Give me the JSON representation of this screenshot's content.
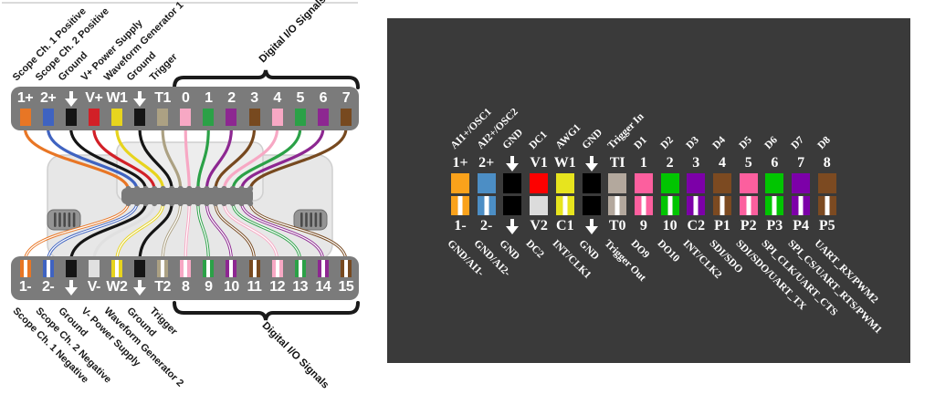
{
  "left_panel": {
    "top_signal_labels": [
      "Scope Ch. 1 Positive",
      "Scope Ch. 2 Positive",
      "Ground",
      "V+ Power Supply",
      "Waveform Generator 1",
      "Ground",
      "Trigger"
    ],
    "top_brace_label": "Digital I/O Signals",
    "top_pins": [
      {
        "name": "1+",
        "color": "#e87625",
        "stripe": false
      },
      {
        "name": "2+",
        "color": "#3f63c1",
        "stripe": false
      },
      {
        "name": "↓",
        "color": "#151515",
        "stripe": false
      },
      {
        "name": "V+",
        "color": "#d22027",
        "stripe": false
      },
      {
        "name": "W1",
        "color": "#e7d41e",
        "stripe": false
      },
      {
        "name": "↓",
        "color": "#151515",
        "stripe": false
      },
      {
        "name": "T1",
        "color": "#aca183",
        "stripe": false
      },
      {
        "name": "0",
        "color": "#f7a8c4",
        "stripe": false
      },
      {
        "name": "1",
        "color": "#2ba147",
        "stripe": false
      },
      {
        "name": "2",
        "color": "#8d2791",
        "stripe": false
      },
      {
        "name": "3",
        "color": "#77491f",
        "stripe": false
      },
      {
        "name": "4",
        "color": "#f7a8c4",
        "stripe": false
      },
      {
        "name": "5",
        "color": "#2ba147",
        "stripe": false
      },
      {
        "name": "6",
        "color": "#8d2791",
        "stripe": false
      },
      {
        "name": "7",
        "color": "#77491f",
        "stripe": false
      }
    ],
    "bottom_signal_labels": [
      "Scope Ch. 1 Negative",
      "Scope Ch. 2 Negative",
      "Ground",
      "V- Power Supply",
      "Waveform Generator 2",
      "Ground",
      "Trigger"
    ],
    "bottom_brace_label": "Digital I/O Signals",
    "bottom_pins": [
      {
        "name": "1-",
        "color": "#e87625",
        "stripe": true
      },
      {
        "name": "2-",
        "color": "#3f63c1",
        "stripe": true
      },
      {
        "name": "↓",
        "color": "#151515",
        "stripe": false
      },
      {
        "name": "V-",
        "color": "#e0e0e0",
        "stripe": false
      },
      {
        "name": "W2",
        "color": "#e7d41e",
        "stripe": true
      },
      {
        "name": "↓",
        "color": "#151515",
        "stripe": false
      },
      {
        "name": "T2",
        "color": "#aca183",
        "stripe": true
      },
      {
        "name": "8",
        "color": "#f7a8c4",
        "stripe": true
      },
      {
        "name": "9",
        "color": "#2ba147",
        "stripe": true
      },
      {
        "name": "10",
        "color": "#8d2791",
        "stripe": true
      },
      {
        "name": "11",
        "color": "#77491f",
        "stripe": true
      },
      {
        "name": "12",
        "color": "#f7a8c4",
        "stripe": true
      },
      {
        "name": "13",
        "color": "#2ba147",
        "stripe": true
      },
      {
        "name": "14",
        "color": "#8d2791",
        "stripe": true
      },
      {
        "name": "15",
        "color": "#77491f",
        "stripe": true
      }
    ]
  },
  "right_panel": {
    "background": "#3a3a3a",
    "top_signal_labels": [
      "AI1+/OSC1",
      "AI2+/OSC2",
      "GND",
      "DC1",
      "AWG1",
      "GND",
      "Trigger In",
      "D1",
      "D2",
      "D3",
      "D4",
      "D5",
      "D6",
      "D7",
      "D8"
    ],
    "top_pins": [
      {
        "name": "1+",
        "color": "#faa21b",
        "stripe": false
      },
      {
        "name": "2+",
        "color": "#4c8ec5",
        "stripe": false
      },
      {
        "name": "↓",
        "color": "#000000",
        "stripe": false
      },
      {
        "name": "V1",
        "color": "#fd0100",
        "stripe": false
      },
      {
        "name": "W1",
        "color": "#e7e41e",
        "stripe": false
      },
      {
        "name": "↓",
        "color": "#000000",
        "stripe": false
      },
      {
        "name": "TI",
        "color": "#b3a89d",
        "stripe": false
      },
      {
        "name": "1",
        "color": "#fc5f9e",
        "stripe": false
      },
      {
        "name": "2",
        "color": "#01c501",
        "stripe": false
      },
      {
        "name": "3",
        "color": "#7c00a8",
        "stripe": false
      },
      {
        "name": "4",
        "color": "#7c4a21",
        "stripe": false
      },
      {
        "name": "5",
        "color": "#fc5f9e",
        "stripe": false
      },
      {
        "name": "6",
        "color": "#01c501",
        "stripe": false
      },
      {
        "name": "7",
        "color": "#7c00a8",
        "stripe": false
      },
      {
        "name": "8",
        "color": "#7c4a21",
        "stripe": false
      }
    ],
    "bottom_pins": [
      {
        "name": "1-",
        "color": "#faa21b",
        "stripe": true
      },
      {
        "name": "2-",
        "color": "#4c8ec5",
        "stripe": true
      },
      {
        "name": "↓",
        "color": "#000000",
        "stripe": false
      },
      {
        "name": "V2",
        "color": "#dcdcdc",
        "stripe": false
      },
      {
        "name": "C1",
        "color": "#e7e41e",
        "stripe": true
      },
      {
        "name": "↓",
        "color": "#000000",
        "stripe": false
      },
      {
        "name": "T0",
        "color": "#b3a89d",
        "stripe": true
      },
      {
        "name": "9",
        "color": "#fc5f9e",
        "stripe": true
      },
      {
        "name": "10",
        "color": "#01c501",
        "stripe": true
      },
      {
        "name": "C2",
        "color": "#7c00a8",
        "stripe": true
      },
      {
        "name": "P1",
        "color": "#7c4a21",
        "stripe": true
      },
      {
        "name": "P2",
        "color": "#fc5f9e",
        "stripe": true
      },
      {
        "name": "P3",
        "color": "#01c501",
        "stripe": true
      },
      {
        "name": "P4",
        "color": "#7c00a8",
        "stripe": true
      },
      {
        "name": "P5",
        "color": "#7c4a21",
        "stripe": true
      }
    ],
    "bottom_signal_labels": [
      "GND/AI1-",
      "GND/AI2-",
      "GND",
      "DC2",
      "INT/CLK1",
      "GND",
      "Trigger Out",
      "DO9",
      "DO10",
      "INT/CLK2",
      "SDI/SDO",
      "SDI/SDO/UART_TX",
      "SPI_CLK/UART_CTS",
      "SPI_CS/UART_RTS/PWM1",
      "UART_RX/PWM2"
    ]
  }
}
